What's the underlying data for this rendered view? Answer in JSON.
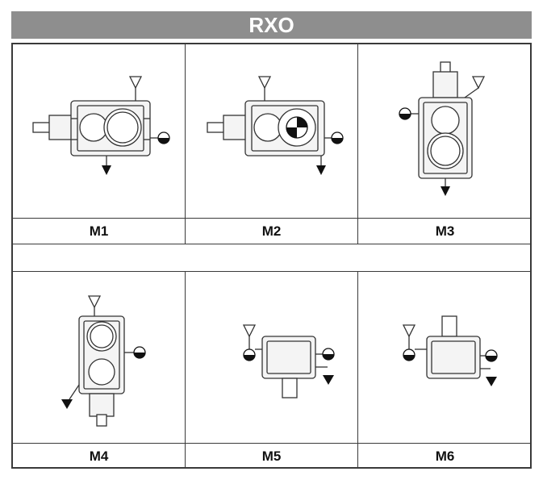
{
  "title": "RXO",
  "positions": [
    {
      "label": "M1"
    },
    {
      "label": "M2"
    },
    {
      "label": "M3"
    },
    {
      "label": "M4"
    },
    {
      "label": "M5"
    },
    {
      "label": "M6"
    }
  ],
  "colors": {
    "title_bar": "#8e8e8e",
    "line": "#3a3a3a",
    "housing": "#f4f4f4"
  }
}
